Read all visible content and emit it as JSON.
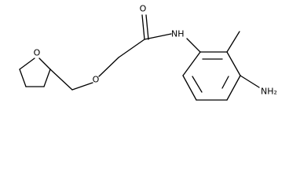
{
  "molecule": {
    "atoms": {
      "o_ring": "O",
      "o_ether": "O",
      "o_carbonyl": "O",
      "n_amide": "NH",
      "n_amine": "NH₂"
    }
  }
}
